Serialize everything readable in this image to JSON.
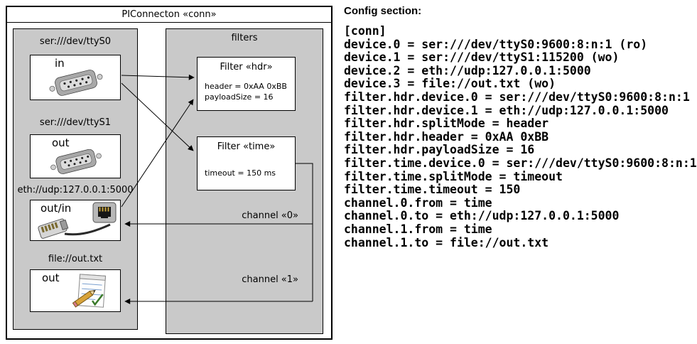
{
  "diagram": {
    "title": "PIConnecton «conn»",
    "devices": [
      {
        "label": "ser:///dev/ttyS0",
        "port": "in",
        "icon": "serial-connector-icon"
      },
      {
        "label": "ser:///dev/ttyS1",
        "port": "out",
        "icon": "serial-connector-icon"
      },
      {
        "label": "eth://udp:127.0.0.1:5000",
        "port": "out/in",
        "icon": "ethernet-icon"
      },
      {
        "label": "file://out.txt",
        "port": "out",
        "icon": "note-pencil-icon"
      }
    ],
    "filters_panel": {
      "title": "filters",
      "filters": [
        {
          "title": "Filter «hdr»",
          "params": [
            "header = 0xAA 0xBB",
            "payloadSize = 16"
          ]
        },
        {
          "title": "Filter «time»",
          "params": [
            "timeout = 150 ms"
          ]
        }
      ],
      "channels": [
        {
          "label": "channel «0»"
        },
        {
          "label": "channel «1»"
        }
      ]
    },
    "colors": {
      "panel_gray": "#c9c9c9",
      "box_white": "#ffffff",
      "line_black": "#000000"
    }
  },
  "config": {
    "heading": "Config section:",
    "lines": [
      "[conn]",
      "device.0 = ser:///dev/ttyS0:9600:8:n:1 (ro)",
      "device.1 = ser:///dev/ttyS1:115200 (wo)",
      "device.2 = eth://udp:127.0.0.1:5000",
      "device.3 = file://out.txt (wo)",
      "filter.hdr.device.0 = ser:///dev/ttyS0:9600:8:n:1",
      "filter.hdr.device.1 = eth://udp:127.0.0.1:5000",
      "filter.hdr.splitMode = header",
      "filter.hdr.header = 0xAA 0xBB",
      "filter.hdr.payloadSize = 16",
      "filter.time.device.0 = ser:///dev/ttyS0:9600:8:n:1",
      "filter.time.splitMode = timeout",
      "filter.time.timeout = 150",
      "channel.0.from = time",
      "channel.0.to = eth://udp:127.0.0.1:5000",
      "channel.1.from = time",
      "channel.1.to = file://out.txt"
    ]
  }
}
